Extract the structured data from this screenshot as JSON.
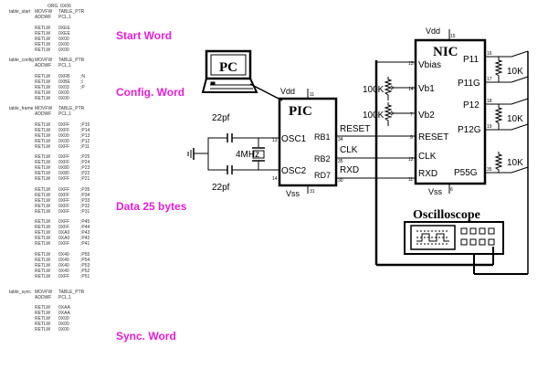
{
  "code": {
    "lines": [
      [
        "ORG  0X06"
      ],
      [
        "table_start",
        "MOVFW",
        "TABLE_PTR"
      ],
      [
        "",
        "ADDWF",
        "PCL,1"
      ],
      [],
      [
        "",
        "RETLW",
        "0XEE"
      ],
      [
        "",
        "RETLW",
        "0XEE"
      ],
      [
        "",
        "RETLW",
        "0X00"
      ],
      [
        "",
        "RETLW",
        "0X00"
      ],
      [
        "",
        "RETLW",
        "0X00"
      ],
      [],
      [
        "table_config",
        "MOVFW",
        "TABLE_PTR"
      ],
      [
        "",
        "ADDWF",
        "PCL,1"
      ],
      [],
      [
        "",
        "RETLW",
        "0XFB",
        ";N"
      ],
      [
        "",
        "RETLW",
        "0XBE",
        ";I"
      ],
      [
        "",
        "RETLW",
        "0X03",
        ";P"
      ],
      [
        "",
        "RETLW",
        "0X00"
      ],
      [
        "",
        "RETLW",
        "0X00"
      ],
      [],
      [
        "table_frame",
        "MOVFW",
        "TABLE_PTR"
      ],
      [
        "",
        "ADDWF",
        "PCL,1"
      ],
      [],
      [
        "",
        "RETLW",
        "0XFF",
        ";P15"
      ],
      [
        "",
        "RETLW",
        "0XFF",
        ";P14"
      ],
      [
        "",
        "RETLW",
        "0X00",
        ";P13"
      ],
      [
        "",
        "RETLW",
        "0X00",
        ";P12"
      ],
      [
        "",
        "RETLW",
        "0XFF",
        ";P11"
      ],
      [],
      [
        "",
        "RETLW",
        "0XFF",
        ";P25"
      ],
      [
        "",
        "RETLW",
        "0XFF",
        ";P24"
      ],
      [
        "",
        "RETLW",
        "0X80",
        ";P23"
      ],
      [
        "",
        "RETLW",
        "0X80",
        ";P22"
      ],
      [
        "",
        "RETLW",
        "0XFF",
        ";P21"
      ],
      [],
      [
        "",
        "RETLW",
        "0XFF",
        ";P35"
      ],
      [
        "",
        "RETLW",
        "0XFF",
        ";P34"
      ],
      [
        "",
        "RETLW",
        "0XFF",
        ";P33"
      ],
      [
        "",
        "RETLW",
        "0XFF",
        ";P32"
      ],
      [
        "",
        "RETLW",
        "0XFF",
        ";P31"
      ],
      [],
      [
        "",
        "RETLW",
        "0XFF",
        ";P45"
      ],
      [
        "",
        "RETLW",
        "0XFF",
        ";P44"
      ],
      [
        "",
        "RETLW",
        "0XA0",
        ";P43"
      ],
      [
        "",
        "RETLW",
        "0XA0",
        ";P42"
      ],
      [
        "",
        "RETLW",
        "0XFF",
        ";P41"
      ],
      [],
      [
        "",
        "RETLW",
        "0X40",
        ";P55"
      ],
      [
        "",
        "RETLW",
        "0X40",
        ";P54"
      ],
      [
        "",
        "RETLW",
        "0X40",
        ";P53"
      ],
      [
        "",
        "RETLW",
        "0X40",
        ";P52"
      ],
      [
        "",
        "RETLW",
        "0XFF",
        ";P51"
      ],
      [],
      [],
      [
        "table_sync",
        "MOVFW",
        "TABLE_PTR"
      ],
      [
        "",
        "ADDWF",
        "PCL,1"
      ],
      [],
      [
        "",
        "RETLW",
        "0XAA"
      ],
      [
        "",
        "RETLW",
        "0XAA"
      ],
      [
        "",
        "RETLW",
        "0X00"
      ],
      [
        "",
        "RETLW",
        "0X00"
      ],
      [
        "",
        "RETLW",
        "0X00"
      ]
    ]
  },
  "sections": {
    "start": "Start Word",
    "config": "Config. Word",
    "data": "Data 25 bytes",
    "sync": "Sync. Word"
  },
  "accent_color": "#e51ed6",
  "schematic": {
    "pc": "PC",
    "pic": {
      "title": "PIC",
      "vdd": "Vdd",
      "vdd_pin": "11",
      "vss": "Vss",
      "vss_pin": "31",
      "osc1": "OSC1",
      "osc1_pin": "13",
      "osc2": "OSC2",
      "osc2_pin": "14",
      "rb1": "RB1",
      "rb1_pin": "34",
      "rb2": "RB2",
      "rb2_pin": "35",
      "rd7": "RD7",
      "rd7_pin": "30"
    },
    "crystal": "4MHz",
    "cap_top": "22pf",
    "cap_bottom": "22pf",
    "signals": {
      "reset": "RESET",
      "clk": "CLK",
      "rxd": "RXD"
    },
    "nic": {
      "title": "NIC",
      "vdd": "Vdd",
      "vdd_pin": "15",
      "vss": "Vss",
      "vss_pin": "6",
      "vbias": "Vbias",
      "vbias_pin": "13",
      "vb1": "Vb1",
      "vb1_pin": "14",
      "vb2": "Vb2",
      "vb2_pin": "7",
      "reset": "RESET",
      "reset_pin": "9",
      "clk": "CLK",
      "clk_pin": "12",
      "rxd": "RXD",
      "rxd_pin": "11",
      "p11": "P11",
      "p11_pin": "16",
      "p11g": "P11G",
      "p11g_pin": "17",
      "p12": "P12",
      "p12_pin": "18",
      "p12g": "P12G",
      "p12g_pin": "19",
      "p55g": "P55G",
      "p55g_pin": "35"
    },
    "pot1": "100K",
    "pot2": "100K",
    "res1": "10K",
    "res2": "10K",
    "res3": "10K",
    "oscilloscope": "Oscilloscope"
  }
}
